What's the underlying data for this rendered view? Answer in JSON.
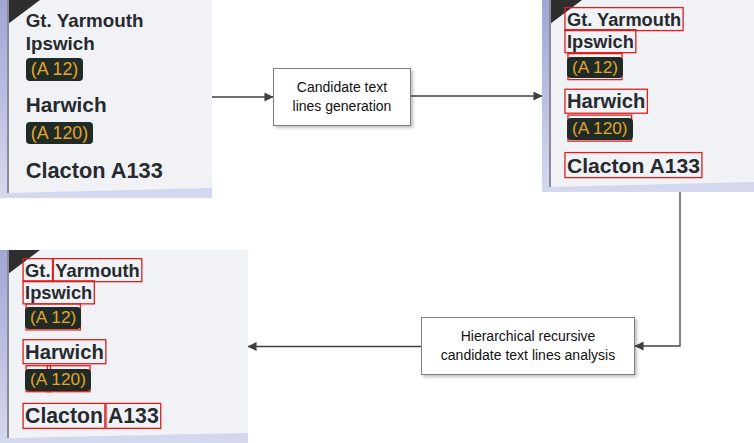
{
  "diagram": {
    "nodes": [
      {
        "text": [
          "Gt. Yarmouth",
          "Ipswich",
          "(A 12)",
          "Harwich",
          "(A 120)",
          "Clacton A133"
        ]
      },
      {
        "text": [
          "Candidate text lines generation"
        ]
      },
      {
        "text": [
          "Gt. Yarmouth",
          "Ipswich",
          "(A 12)",
          "Harwich",
          "(A 120)",
          "Clacton A133"
        ]
      },
      {
        "text": [
          "Gt. Yarmouth",
          "Ipswich",
          "(A 12)",
          "Harwich",
          "(A 120)",
          "Clacton A133"
        ]
      },
      {
        "text": [
          "Hierarchical recursive candidate text lines analysis"
        ]
      }
    ],
    "edges": [
      {
        "from": 0,
        "to": 1,
        "arrow": "to"
      },
      {
        "from": 1,
        "to": 2,
        "arrow": "to"
      },
      {
        "from": 2,
        "to": 4,
        "arrow": "to"
      },
      {
        "from": 4,
        "to": 3,
        "arrow": "to"
      }
    ]
  }
}
